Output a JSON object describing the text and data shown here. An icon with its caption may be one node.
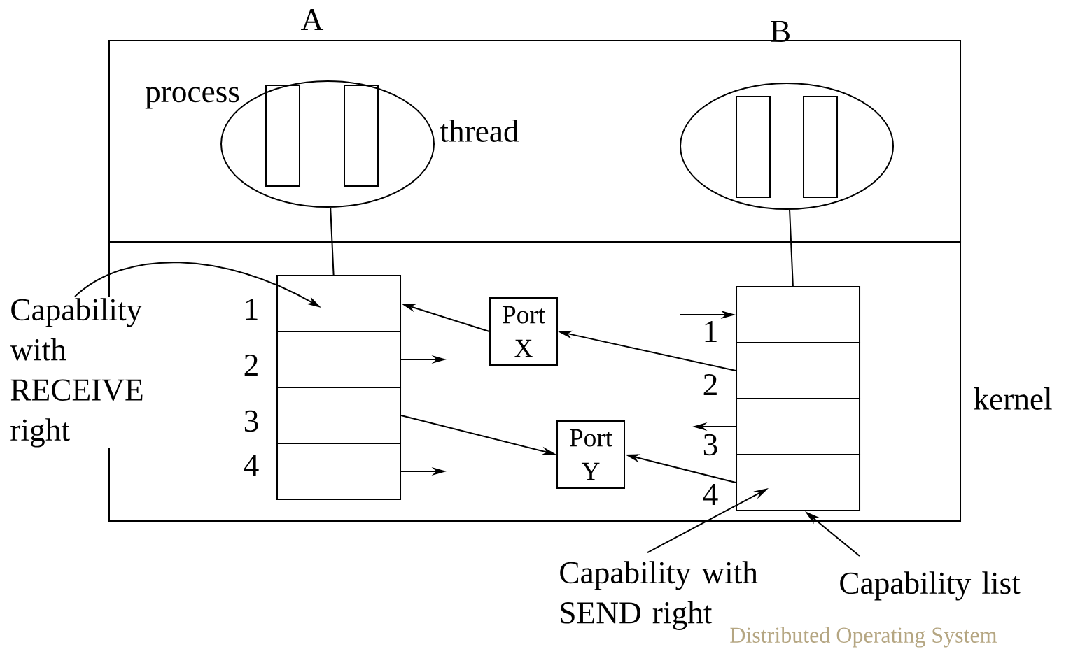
{
  "diagram": {
    "nodes": [
      {
        "text": [],
        "shape": "box"
      },
      {
        "text": [],
        "shape": "circle",
        "in": 0,
        "beside": [
          "A",
          "process"
        ]
      },
      {
        "text": [],
        "shape": "bar",
        "in": 1
      },
      {
        "text": [],
        "shape": "bar",
        "in": 1,
        "beside": [
          "thread"
        ]
      },
      {
        "text": [],
        "shape": "circle",
        "in": 0,
        "beside": [
          "B"
        ]
      },
      {
        "text": [],
        "shape": "bar",
        "in": 4
      },
      {
        "text": [],
        "shape": "bar",
        "in": 4
      },
      {
        "text": [],
        "shape": "box",
        "beside": [
          "kernel"
        ]
      },
      {
        "text": [],
        "shape": "box",
        "in": 7
      },
      {
        "text": [],
        "shape": "box",
        "in": 8,
        "beside": [
          "1"
        ]
      },
      {
        "text": [],
        "shape": "box",
        "in": 8,
        "beside": [
          "2"
        ]
      },
      {
        "text": [],
        "shape": "box",
        "in": 8,
        "beside": [
          "3"
        ]
      },
      {
        "text": [],
        "shape": "box",
        "in": 8,
        "beside": [
          "4"
        ]
      },
      {
        "text": [
          "Port X"
        ],
        "in": 7
      },
      {
        "text": [
          "Port Y"
        ],
        "in": 7
      },
      {
        "text": [],
        "shape": "box",
        "in": 7
      },
      {
        "text": [],
        "shape": "box",
        "in": 15,
        "beside": [
          "1"
        ]
      },
      {
        "text": [],
        "shape": "box",
        "in": 15,
        "beside": [
          "2"
        ]
      },
      {
        "text": [],
        "shape": "box",
        "in": 15,
        "beside": [
          "3"
        ]
      },
      {
        "text": [],
        "shape": "box",
        "in": 15,
        "beside": [
          "4"
        ]
      },
      {
        "text": [
          "Capability with RECEIVE right"
        ]
      },
      {
        "text": [
          "Capability with SEND right"
        ]
      },
      {
        "text": [
          "Capability list"
        ]
      }
    ],
    "edges": [
      {
        "from": 1,
        "to": 8,
        "arrow": "none"
      },
      {
        "from": 4,
        "to": 15,
        "arrow": "none"
      },
      {
        "from": 20,
        "to": 9,
        "arrow": "to"
      },
      {
        "from": 13,
        "to": 9,
        "arrow": "to"
      },
      {
        "from": 10,
        "to": null,
        "arrow": "to"
      },
      {
        "from": 11,
        "to": 14,
        "arrow": "to"
      },
      {
        "from": 12,
        "to": null,
        "arrow": "to"
      },
      {
        "from": null,
        "to": 16,
        "arrow": "to"
      },
      {
        "from": 17,
        "to": 13,
        "arrow": "to"
      },
      {
        "from": 18,
        "to": null,
        "arrow": "to"
      },
      {
        "from": 19,
        "to": 14,
        "arrow": "to"
      },
      {
        "from": 21,
        "to": 19,
        "arrow": "to"
      },
      {
        "from": 22,
        "to": 15,
        "arrow": "to"
      }
    ],
    "labels": [
      "Distributed Operating System"
    ]
  }
}
